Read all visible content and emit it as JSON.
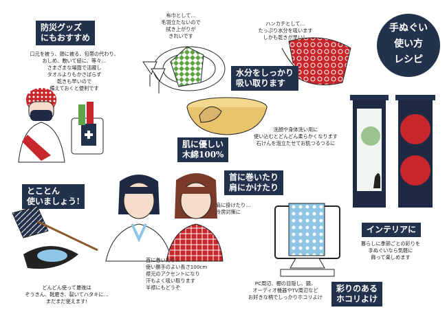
{
  "title": "手ぬぐい\n使い方\nレシピ",
  "sections": {
    "disaster": {
      "label": "防災グッズ\nにもおすすめ",
      "text": "口元を被う、頭に被る、包帯の代わり、\nおしめ、敷いて紐に、等々…\nさまざまな場面で活躍し\nタオルよりもかさばらず\n乾きも早いので\n備えておくと便利です"
    },
    "dishcloth": {
      "text": "布巾として…\n毛羽立たないので\n拭き上がりが\nきれいです"
    },
    "handkerchief": {
      "text": "ハンカチとして…\nたっぷり水分を吸います\nしかも乾きが早い！"
    },
    "absorb": {
      "label": "水分をしっかり\n吸い取ります"
    },
    "cotton": {
      "label": "肌に優しい\n木綿100%",
      "text": "洗顔や身体洗い用に\n使い込むとどんどん柔らかくなります\n石けんを泡立たせてお肌つるつるに"
    },
    "reuse": {
      "label": "とことん\n使いましょう!",
      "text": "どんどん使って最後は\nぞうきん、靴磨き、裂いてハタキに…\nまだまだ使えます!"
    },
    "neck": {
      "label": "首に巻いたり\n肩にかけたり",
      "shoulder_text": "肩に掛けたり…\n冷房対策に",
      "neck_text": "首に巻いたり…\n使い勝手のよい長さ100cm\n襟元のアクセントになり\n汗もよく吸い取ります\n半襟にもどうぞ"
    },
    "interior": {
      "label": "インテリアに",
      "text": "暮らしに季節ごとの彩りを\n手ぬぐいなら気軽に\n飾って楽しめます"
    },
    "dust": {
      "label": "彩りのある\nホコリよけ",
      "text": "PC周辺、棚の目隠し、鏡、\nオーディオ機器やTV周辺など\nお好きな柄でしっかりホコリよけ"
    }
  },
  "colors": {
    "navy": "#22324d",
    "red": "#c8262b",
    "green": "#5fa24a",
    "skyblue": "#8fc6e6",
    "tan": "#d9b36a"
  }
}
